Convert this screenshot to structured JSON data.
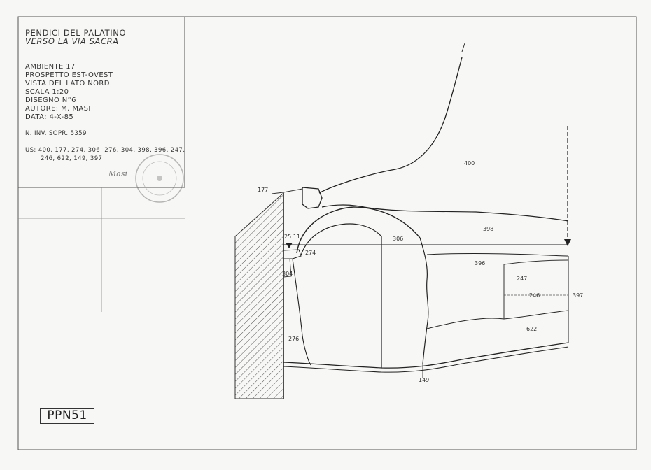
{
  "title_block": {
    "site_line1": "PENDICI DEL PALATINO",
    "site_line2": "VERSO LA VIA SACRA",
    "ambiente": "AMBIENTE 17",
    "prospetto": "PROSPETTO EST-OVEST",
    "vista": "VISTA DEL LATO NORD",
    "scala": "SCALA 1:20",
    "disegno": "DISEGNO N°6",
    "autore": "AUTORE: M. MASI",
    "data": "DATA: 4-X-85",
    "inventory": "N. INV. SOPR. 5359",
    "us_line1": "US: 400, 177, 274, 306, 276, 304, 398, 396, 247,",
    "us_line2": "246, 622, 149, 397",
    "signature": "Masi"
  },
  "sheet_tag": "PPN51",
  "drawing": {
    "elevation_mark": "25.11",
    "labels": {
      "u400": "400",
      "u177": "177",
      "u398": "398",
      "u306": "306",
      "u274": "274",
      "u304": "304",
      "u396": "396",
      "u247": "247",
      "u246": "246",
      "u397": "397",
      "u622": "622",
      "u276": "276",
      "u149": "149"
    }
  }
}
